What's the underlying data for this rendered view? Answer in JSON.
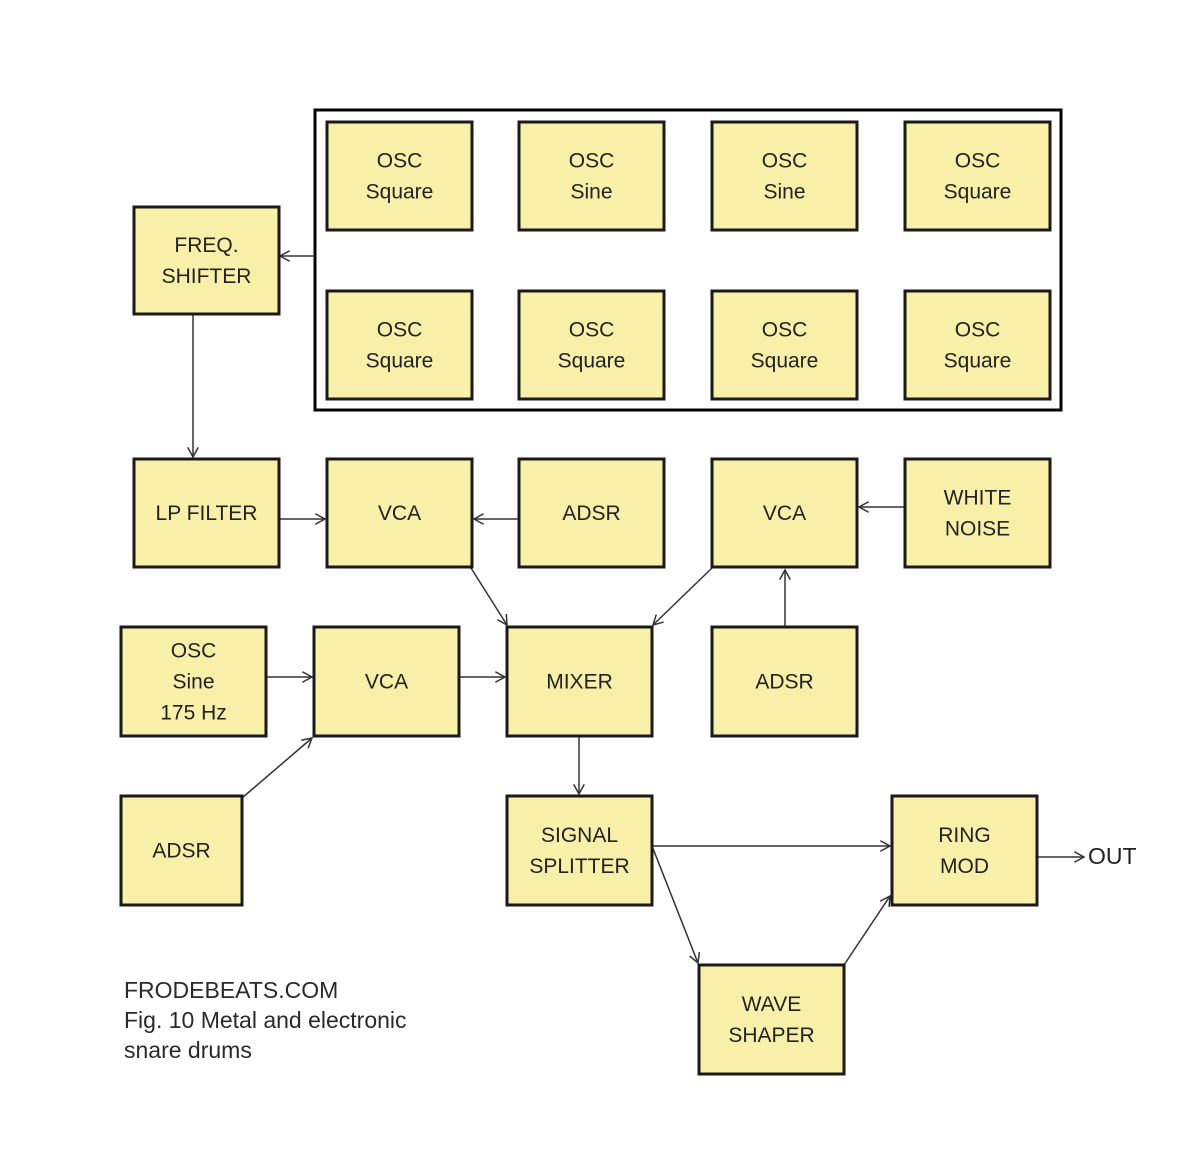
{
  "blocks": [
    {
      "id": "osc1",
      "lines": [
        "OSC",
        "Square"
      ]
    },
    {
      "id": "osc2",
      "lines": [
        "OSC",
        "Sine"
      ]
    },
    {
      "id": "osc3",
      "lines": [
        "OSC",
        "Sine"
      ]
    },
    {
      "id": "osc4",
      "lines": [
        "OSC",
        "Square"
      ]
    },
    {
      "id": "osc5",
      "lines": [
        "OSC",
        "Square"
      ]
    },
    {
      "id": "osc6",
      "lines": [
        "OSC",
        "Square"
      ]
    },
    {
      "id": "osc7",
      "lines": [
        "OSC",
        "Square"
      ]
    },
    {
      "id": "osc8",
      "lines": [
        "OSC",
        "Square"
      ]
    },
    {
      "id": "freq_shifter",
      "lines": [
        "FREQ.",
        "SHIFTER"
      ]
    },
    {
      "id": "lp_filter",
      "lines": [
        "LP FILTER"
      ]
    },
    {
      "id": "vca1",
      "lines": [
        "VCA"
      ]
    },
    {
      "id": "adsr1",
      "lines": [
        "ADSR"
      ]
    },
    {
      "id": "vca2",
      "lines": [
        "VCA"
      ]
    },
    {
      "id": "white_noise",
      "lines": [
        "WHITE",
        "NOISE"
      ]
    },
    {
      "id": "osc_sine_175",
      "lines": [
        "OSC",
        "Sine",
        "175 Hz"
      ]
    },
    {
      "id": "vca3",
      "lines": [
        "VCA"
      ]
    },
    {
      "id": "mixer",
      "lines": [
        "MIXER"
      ]
    },
    {
      "id": "adsr2",
      "lines": [
        "ADSR"
      ]
    },
    {
      "id": "adsr3",
      "lines": [
        "ADSR"
      ]
    },
    {
      "id": "signal_splitter",
      "lines": [
        "SIGNAL",
        "SPLITTER"
      ]
    },
    {
      "id": "ring_mod",
      "lines": [
        "RING",
        "MOD"
      ]
    },
    {
      "id": "wave_shaper",
      "lines": [
        "WAVE",
        "SHAPER"
      ]
    }
  ],
  "connections": [
    {
      "from": "oscillator_group",
      "to": "freq_shifter"
    },
    {
      "from": "freq_shifter",
      "to": "lp_filter"
    },
    {
      "from": "lp_filter",
      "to": "vca1"
    },
    {
      "from": "adsr1",
      "to": "vca1"
    },
    {
      "from": "white_noise",
      "to": "vca2"
    },
    {
      "from": "vca1",
      "to": "mixer"
    },
    {
      "from": "vca2",
      "to": "mixer"
    },
    {
      "from": "adsr2",
      "to": "vca2"
    },
    {
      "from": "osc_sine_175",
      "to": "vca3"
    },
    {
      "from": "adsr3",
      "to": "vca3"
    },
    {
      "from": "vca3",
      "to": "mixer"
    },
    {
      "from": "mixer",
      "to": "signal_splitter"
    },
    {
      "from": "signal_splitter",
      "to": "ring_mod"
    },
    {
      "from": "signal_splitter",
      "to": "wave_shaper"
    },
    {
      "from": "wave_shaper",
      "to": "ring_mod"
    },
    {
      "from": "ring_mod",
      "to": "out"
    }
  ],
  "output_label": "OUT",
  "caption": {
    "site": "FRODEBEATS.COM",
    "figure": "Fig. 10  Metal and electronic",
    "figure_cont": "snare drums"
  },
  "colors": {
    "block_fill": "#f8f0a8",
    "border": "#1a1a1a",
    "arrow": "#333333"
  }
}
